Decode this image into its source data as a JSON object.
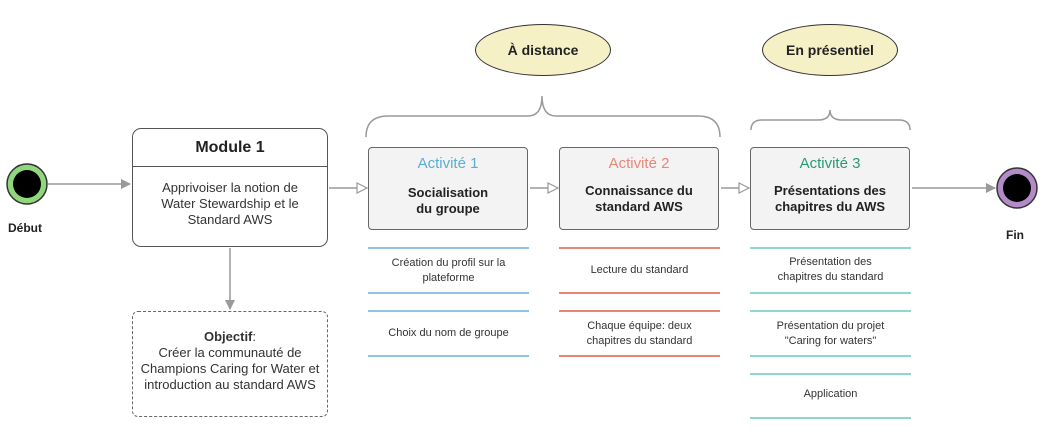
{
  "start": {
    "label": "Début"
  },
  "end": {
    "label": "Fin"
  },
  "phases": {
    "remote": "À distance",
    "onsite": "En présentiel"
  },
  "module": {
    "title": "Module 1",
    "description_lines": [
      "Apprivoiser la notion de",
      "Water Stewardship et le",
      "Standard AWS"
    ]
  },
  "objective": {
    "label": "Objectif",
    "lines": [
      "Créer la communauté de",
      "Champions Caring for Water et",
      "introduction au standard AWS"
    ]
  },
  "activities": [
    {
      "title": "Activité 1",
      "subtitle_lines": [
        "Socialisation",
        "du groupe"
      ],
      "color": "#5aaed2",
      "tasks": [
        {
          "lines": [
            "Création du profil sur la",
            "plateforme"
          ]
        },
        {
          "lines": [
            "Choix du nom de groupe"
          ]
        }
      ]
    },
    {
      "title": "Activité 2",
      "subtitle_lines": [
        "Connaissance du",
        "standard AWS"
      ],
      "color": "#ea857a",
      "tasks": [
        {
          "lines": [
            "Lecture du standard"
          ]
        },
        {
          "lines": [
            "Chaque équipe: deux",
            "chapitres du standard"
          ]
        }
      ]
    },
    {
      "title": "Activité 3",
      "subtitle_lines": [
        "Présentations des",
        "chapitres du AWS"
      ],
      "color": "#2a9a74",
      "tasks": [
        {
          "lines": [
            "Présentation des",
            "chapitres du standard"
          ]
        },
        {
          "lines": [
            "Présentation du projet",
            "\"Caring for waters\""
          ]
        },
        {
          "lines": [
            "Application"
          ]
        }
      ]
    }
  ],
  "colors": {
    "phase_fill": "#f6f0c6",
    "start_ring": "#8fd67c",
    "end_ring": "#b48bc9",
    "activity_fill": "#f3f3f3",
    "connector": "#999999",
    "task_line_activity3": "#8fd6cf"
  }
}
